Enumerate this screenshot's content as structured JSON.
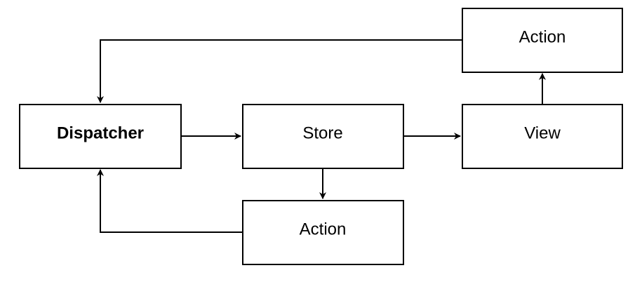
{
  "nodes": {
    "dispatcher": {
      "label": "Dispatcher"
    },
    "store": {
      "label": "Store"
    },
    "view": {
      "label": "View"
    },
    "action_top": {
      "label": "Action"
    },
    "action_bottom": {
      "label": "Action"
    }
  },
  "edges": [
    {
      "from": "dispatcher",
      "to": "store"
    },
    {
      "from": "store",
      "to": "view"
    },
    {
      "from": "store",
      "to": "action_bottom"
    },
    {
      "from": "view",
      "to": "action_top"
    },
    {
      "from": "action_top",
      "to": "dispatcher"
    },
    {
      "from": "action_bottom",
      "to": "dispatcher"
    }
  ],
  "colors": {
    "stroke": "#000000",
    "fill": "#ffffff",
    "text": "#000000"
  }
}
